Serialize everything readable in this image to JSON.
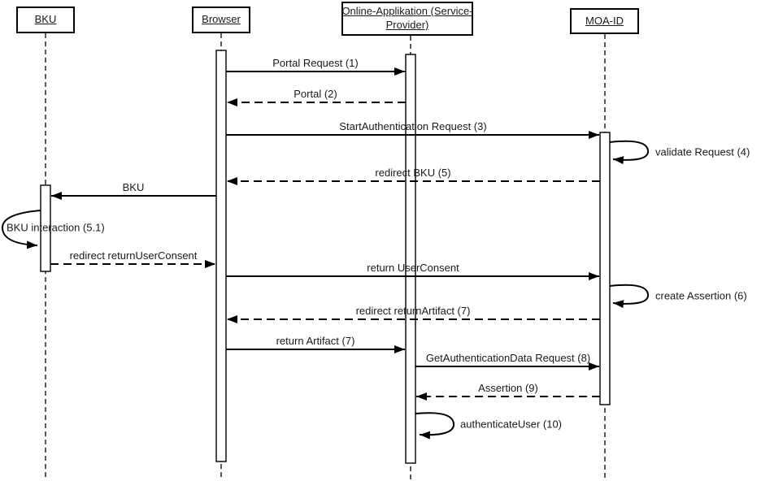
{
  "diagram": {
    "type": "uml-sequence-diagram",
    "colors": {
      "line": "#000000",
      "background": "#ffffff",
      "text": "#1a1a1a"
    },
    "actors": [
      {
        "id": "bku",
        "lines": [
          "BKU"
        ]
      },
      {
        "id": "browser",
        "lines": [
          "Browser"
        ]
      },
      {
        "id": "online-app",
        "lines": [
          "Online-Applikation (Service-",
          "Provider)"
        ]
      },
      {
        "id": "moa-id",
        "lines": [
          "MOA-ID"
        ]
      }
    ],
    "messages": [
      {
        "label": "Portal Request (1)",
        "from": "Browser",
        "to": "Online-Applikation (Service-Provider)",
        "style": "solid"
      },
      {
        "label": "Portal (2)",
        "from": "Online-Applikation (Service-Provider)",
        "to": "Browser",
        "style": "dashed"
      },
      {
        "label": "StartAuthentication Request (3)",
        "from": "Browser",
        "to": "MOA-ID",
        "style": "solid"
      },
      {
        "label": "validate Request (4)",
        "from": "MOA-ID",
        "to": "MOA-ID",
        "style": "self"
      },
      {
        "label": "redirect BKU (5)",
        "from": "MOA-ID",
        "to": "Browser",
        "style": "dashed"
      },
      {
        "label": "BKU",
        "from": "Browser",
        "to": "BKU",
        "style": "solid"
      },
      {
        "label": "BKU interaction (5.1)",
        "from": "BKU",
        "to": "BKU",
        "style": "self"
      },
      {
        "label": "redirect returnUserConsent",
        "from": "BKU",
        "to": "Browser",
        "style": "dashed"
      },
      {
        "label": "return UserConsent",
        "from": "Browser",
        "to": "MOA-ID",
        "style": "solid"
      },
      {
        "label": "create Assertion (6)",
        "from": "MOA-ID",
        "to": "MOA-ID",
        "style": "self"
      },
      {
        "label": "redirect returnArtifact (7)",
        "from": "MOA-ID",
        "to": "Browser",
        "style": "dashed"
      },
      {
        "label": "return Artifact (7)",
        "from": "Browser",
        "to": "Online-Applikation (Service-Provider)",
        "style": "solid"
      },
      {
        "label": "GetAuthenticationData Request (8)",
        "from": "Online-Applikation (Service-Provider)",
        "to": "MOA-ID",
        "style": "solid"
      },
      {
        "label": "Assertion (9)",
        "from": "MOA-ID",
        "to": "Online-Applikation (Service-Provider)",
        "style": "dashed"
      },
      {
        "label": "authenticateUser (10)",
        "from": "Online-Applikation (Service-Provider)",
        "to": "Online-Applikation (Service-Provider)",
        "style": "self"
      }
    ]
  }
}
